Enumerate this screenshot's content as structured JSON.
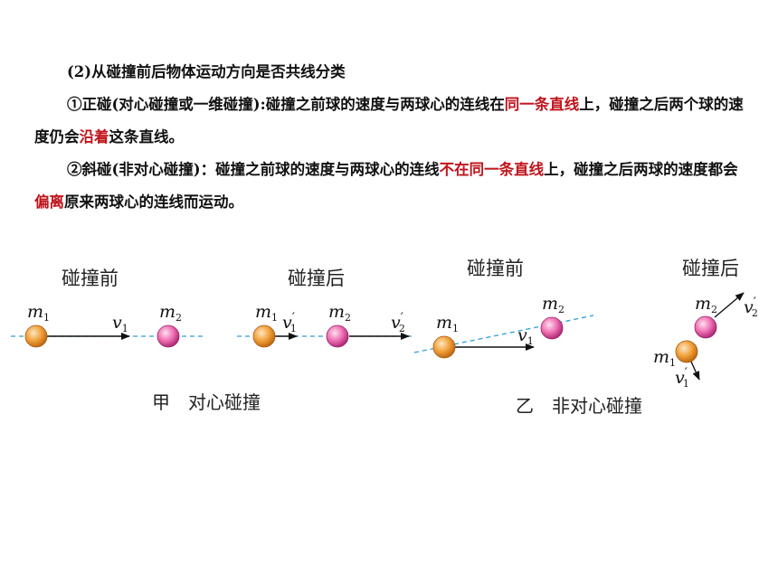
{
  "heading": "(2)从碰撞前后物体运动方向是否共线分类",
  "para1": {
    "prefix": "①正碰(对心碰撞或一维碰撞):碰撞之前球的速度与两球心的连线在",
    "hl1": "同一条直线",
    "mid": "上，碰撞之后两个球的速度仍会",
    "hl2": "沿着",
    "suffix": "这条直线。"
  },
  "para2": {
    "prefix": "②斜碰(非对心碰撞)：碰撞之前球的速度与两球心的连线",
    "hl1": "不在同一条直线",
    "mid": "上，碰撞之后两球的速度都会",
    "hl2": "偏离",
    "suffix": "原来两球心的连线而运动。"
  },
  "colors": {
    "highlight": "#c0141c",
    "ball1": "#f2a23c",
    "ball2": "#f070b4",
    "dashed": "#2a9fd8"
  },
  "figure": {
    "before_label": "碰撞前",
    "after_label": "碰撞后",
    "caption_a": "甲　对心碰撞",
    "caption_b": "乙　非对心碰撞",
    "m": "m",
    "v": "v",
    "s1": "1",
    "s2": "2",
    "prime": "′"
  }
}
